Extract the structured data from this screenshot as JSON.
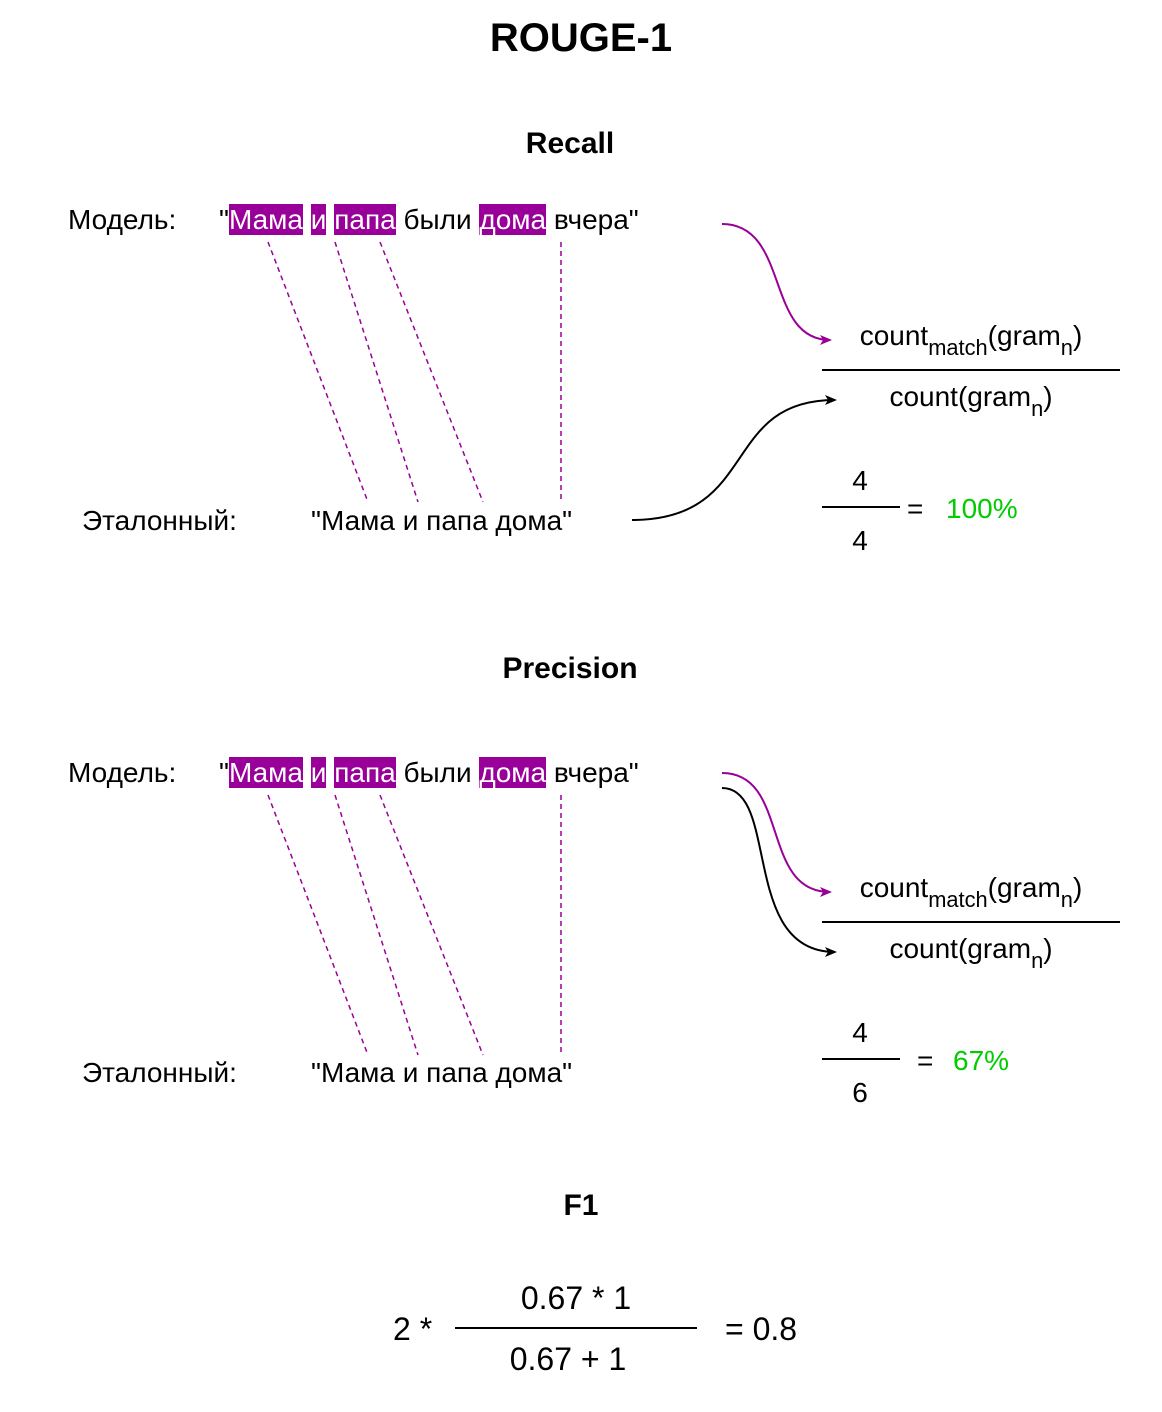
{
  "title": "ROUGE-1",
  "recall": {
    "heading": "Recall",
    "model_label": "Модель:",
    "model_tokens": [
      {
        "text": "\"",
        "match": false
      },
      {
        "text": "Мама",
        "match": true
      },
      {
        "text": " ",
        "match": false
      },
      {
        "text": "и",
        "match": true
      },
      {
        "text": " ",
        "match": false
      },
      {
        "text": "папа",
        "match": true
      },
      {
        "text": " были ",
        "match": false
      },
      {
        "text": "дома",
        "match": true
      },
      {
        "text": " вчера\"",
        "match": false
      }
    ],
    "reference_label": "Эталонный:",
    "reference_text": "\"Мама и папа дома\"",
    "formula": {
      "num_main": "count",
      "num_sub": "match",
      "num_tail": "(gram",
      "num_tail_sub": "n",
      "num_close": ")",
      "den_main": "count(gram",
      "den_sub": "n",
      "den_close": ")"
    },
    "numerator": "4",
    "denominator": "4",
    "equals": "=",
    "result": "100%"
  },
  "precision": {
    "heading": "Precision",
    "model_label": "Модель:",
    "model_tokens": [
      {
        "text": "\"",
        "match": false
      },
      {
        "text": "Мама",
        "match": true
      },
      {
        "text": " ",
        "match": false
      },
      {
        "text": "и",
        "match": true
      },
      {
        "text": " ",
        "match": false
      },
      {
        "text": "папа",
        "match": true
      },
      {
        "text": " были ",
        "match": false
      },
      {
        "text": "дома",
        "match": true
      },
      {
        "text": " вчера\"",
        "match": false
      }
    ],
    "reference_label": "Эталонный:",
    "reference_text": "\"Мама и папа дома\"",
    "formula": {
      "num_main": "count",
      "num_sub": "match",
      "num_tail": "(gram",
      "num_tail_sub": "n",
      "num_close": ")",
      "den_main": "count(gram",
      "den_sub": "n",
      "den_close": ")"
    },
    "numerator": "4",
    "denominator": "6",
    "equals": "=",
    "result": "67%"
  },
  "f1": {
    "heading": "F1",
    "prefix": "2 *",
    "numerator": "0.67 * 1",
    "denominator": "0.67 + 1",
    "result": "= 0.8"
  },
  "colors": {
    "highlight": "#990099",
    "result": "#00cc00",
    "match_line": "#990099",
    "arrow_match": "#990099",
    "arrow_count": "#000000"
  }
}
